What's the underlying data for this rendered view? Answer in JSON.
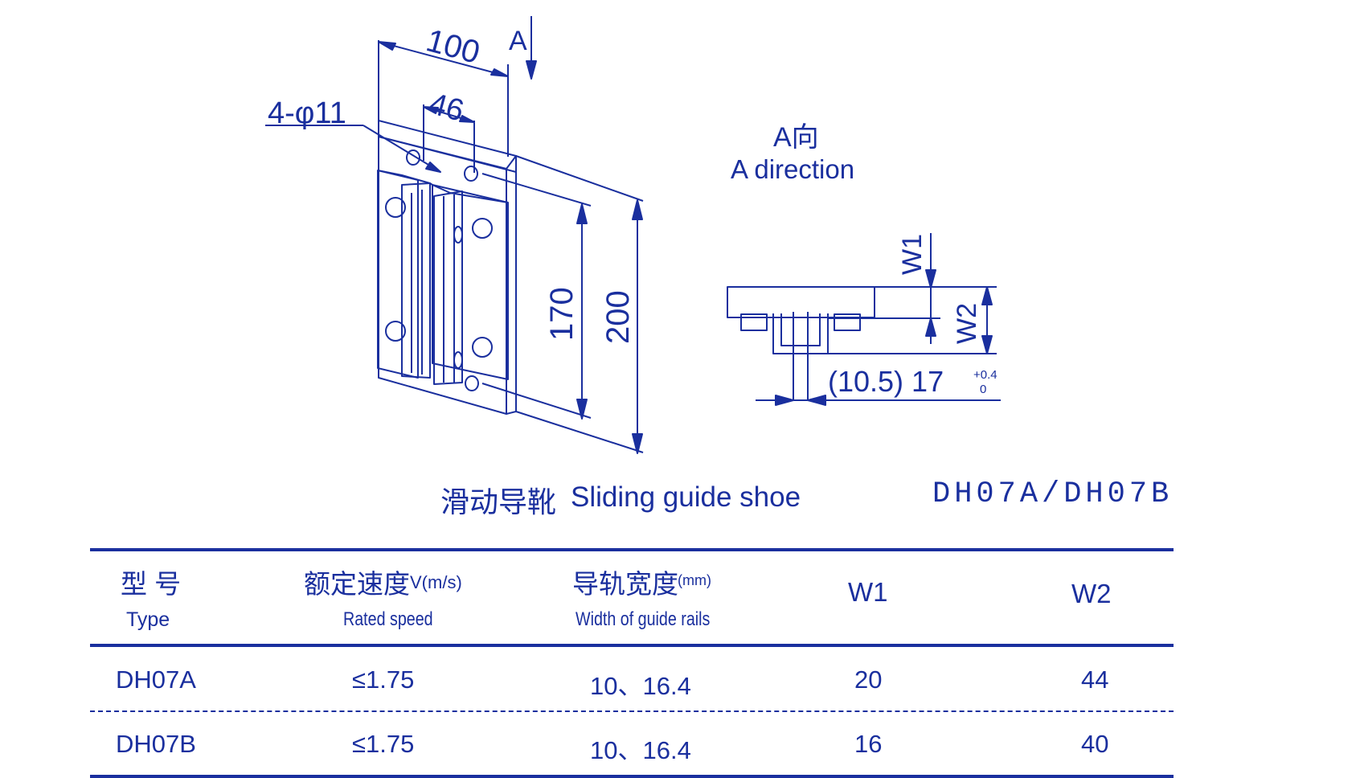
{
  "drawing": {
    "dim_100": "100",
    "dim_46": "46",
    "label_A": "A",
    "dim_holes": "4-φ11",
    "dim_170": "170",
    "dim_200": "200",
    "view_cn": "A向",
    "view_en": "A direction",
    "label_w1": "W1",
    "label_w2": "W2",
    "dim_bottom": "(10.5) 17",
    "tol_upper": "+0.4",
    "tol_lower": "0"
  },
  "title": {
    "cn": "滑动导靴",
    "en": "Sliding guide shoe",
    "model": "DH07A/DH07B"
  },
  "table": {
    "headers": [
      {
        "cn": "型 号",
        "en": "Type",
        "unit": ""
      },
      {
        "cn": "额定速度",
        "en": "Rated speed",
        "unit": "V(m/s)"
      },
      {
        "cn": "导轨宽度",
        "en": "Width of guide rails",
        "unit": "(mm)"
      },
      {
        "cn": "W1",
        "en": "",
        "unit": ""
      },
      {
        "cn": "W2",
        "en": "",
        "unit": ""
      }
    ],
    "rows": [
      [
        "DH07A",
        "≤1.75",
        "10、16.4",
        "20",
        "44"
      ],
      [
        "DH07B",
        "≤1.75",
        "10、16.4",
        "16",
        "40"
      ]
    ]
  },
  "colors": {
    "ink": "#1a2f9e",
    "background": "#ffffff"
  }
}
